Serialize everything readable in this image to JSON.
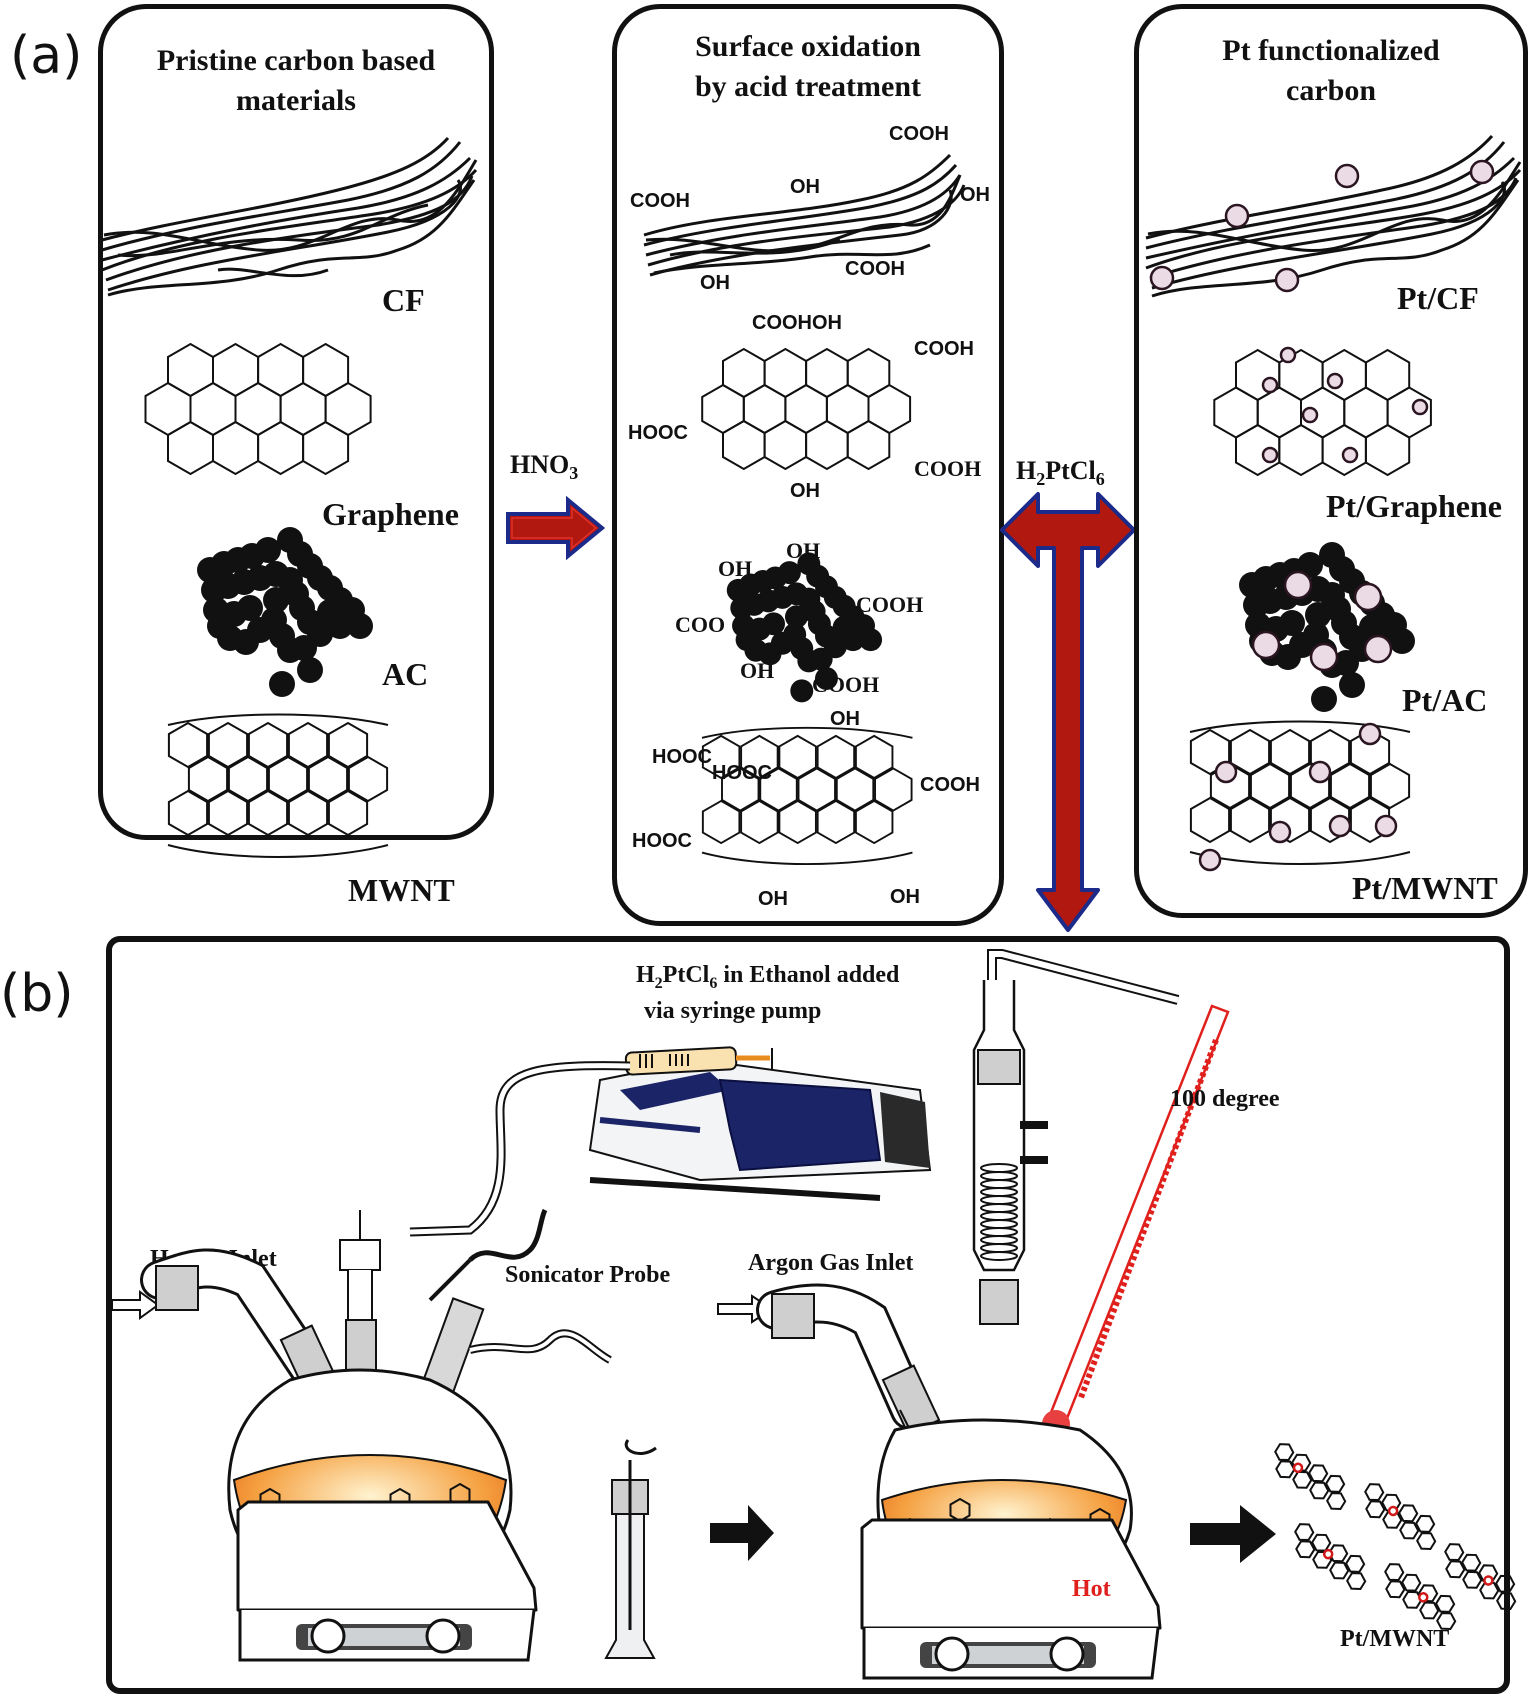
{
  "figure": {
    "panel_a_label": "(a)",
    "panel_b_label": "(b)",
    "colors": {
      "arrow_fill": "#b01810",
      "arrow_outline": "#1c2a8a",
      "solution": "#e8701c",
      "pt_particle": "#e8d6e0",
      "hot_text": "#e0201c",
      "pump_blue": "#1c2468"
    }
  },
  "panel_a": {
    "boxes": [
      {
        "title_line1": "Pristine carbon based",
        "title_line2": "materials",
        "materials": [
          "CF",
          "Graphene",
          "AC",
          "MWNT"
        ]
      },
      {
        "title_line1": "Surface oxidation",
        "title_line2": "by acid treatment",
        "cf_groups": [
          "COOH",
          "OH",
          "COOH",
          "OH",
          "OH",
          "COOH"
        ],
        "graphene_groups": [
          "COOHOH",
          "COOH",
          "HOOC",
          "COOH",
          "OH"
        ],
        "ac_groups": [
          "OH",
          "OH",
          "COOH",
          "COO",
          "OH",
          "COOH"
        ],
        "mwnt_groups": [
          "OH",
          "HOOC",
          "HOOC",
          "COOH",
          "HOOC",
          "OH",
          "OH"
        ]
      },
      {
        "title_line1": "Pt functionalized",
        "title_line2": "carbon",
        "materials": [
          "Pt/CF",
          "Pt/Graphene",
          "Pt/AC",
          "Pt/MWNT"
        ]
      }
    ],
    "arrow1_reagent": "HNO",
    "arrow1_reagent_sub": "3",
    "arrow2_reagent_a": "H",
    "arrow2_reagent_sub1": "2",
    "arrow2_reagent_b": "PtCl",
    "arrow2_reagent_sub2": "6"
  },
  "panel_b": {
    "pump_label_a": "H",
    "pump_label_sub1": "2",
    "pump_label_b": "PtCl",
    "pump_label_sub2": "6",
    "pump_label_c": " in Ethanol added",
    "pump_label_line2": "via syringe pump",
    "h2_label_a": "H",
    "h2_label_sub": "2",
    "h2_label_b": " Gas Inlet",
    "sonicator_label": "Sonicator Probe",
    "argon_label": "Argon Gas Inlet",
    "temperature_label": "100 degree",
    "hot_label": "Hot",
    "product_label": "Pt/MWNT"
  }
}
